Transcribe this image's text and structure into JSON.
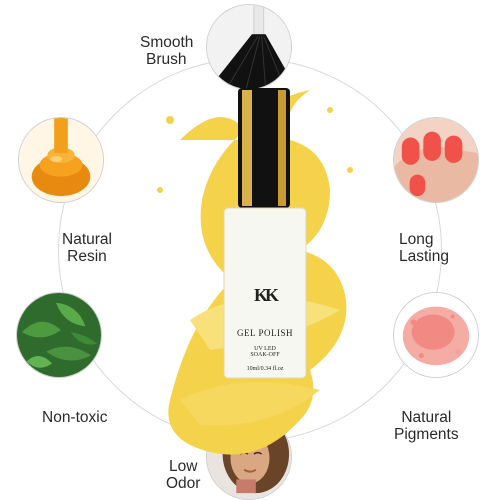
{
  "features": [
    {
      "id": "brush",
      "label_lines": [
        "Smooth",
        "Brush"
      ],
      "icon": "brush-icon"
    },
    {
      "id": "resin",
      "label_lines": [
        "Natural",
        "Resin"
      ],
      "icon": "honey-resin-icon"
    },
    {
      "id": "nontoxic",
      "label_lines": [
        "Non-toxic"
      ],
      "icon": "leaves-icon"
    },
    {
      "id": "odor",
      "label_lines": [
        "Low",
        "Odor"
      ],
      "icon": "smelling-woman-icon"
    },
    {
      "id": "pigments",
      "label_lines": [
        "Natural",
        "Pigments"
      ],
      "icon": "pigment-powder-icon"
    },
    {
      "id": "lasting",
      "label_lines": [
        "Long",
        "Lasting"
      ],
      "icon": "painted-nails-icon"
    }
  ],
  "product": {
    "brand_mark": "KK",
    "name": "GEL POLISH",
    "type_line_1": "UV LED",
    "type_line_2": "SOAK-OFF",
    "volume": "10ml/0.34 fl.oz"
  },
  "colors": {
    "gel_yellow": "#f4d24a",
    "gold_cap": "#c99a2e",
    "ring_gray": "#d8d8d8",
    "nail_red": "#f0524a",
    "pigment_pink": "#f08a82"
  }
}
